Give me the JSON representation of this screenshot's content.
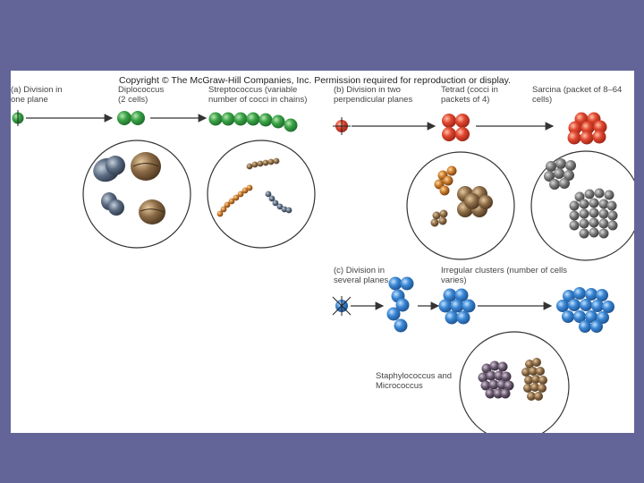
{
  "copyright": "Copyright © The McGraw-Hill Companies, Inc. Permission required for reproduction or display.",
  "panel_a": {
    "label": "(a) Division in\none plane",
    "diplococcus": "Diplococcus\n(2 cells)",
    "streptococcus": "Streptococcus (variable\nnumber of cocci in chains)"
  },
  "panel_b": {
    "label": "(b) Division in two\nperpendicular planes",
    "tetrad": "Tetrad (cocci in\npackets of 4)",
    "sarcina": "Sarcina (packet of 8–64\ncells)"
  },
  "panel_c": {
    "label": "(c) Division in\nseveral planes",
    "clusters": "Irregular clusters (number of cells\nvaries)",
    "staph": "Staphylococcus and\nMicrococcus"
  },
  "colors": {
    "background": "#636598",
    "green": "#3aa346",
    "red": "#e0462f",
    "blue": "#3a87d4"
  }
}
